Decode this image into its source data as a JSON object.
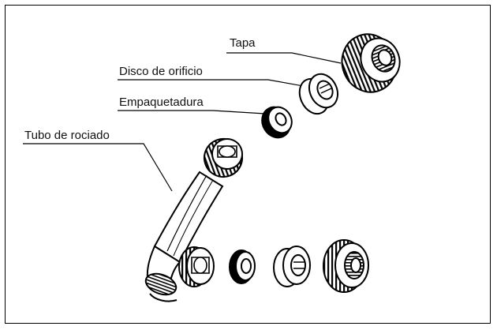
{
  "labels": {
    "tapa": "Tapa",
    "disco": "Disco de orificio",
    "empaquetadura": "Empaquetadura",
    "tubo": "Tubo de rociado"
  },
  "colors": {
    "line": "#000000",
    "background": "#ffffff"
  }
}
